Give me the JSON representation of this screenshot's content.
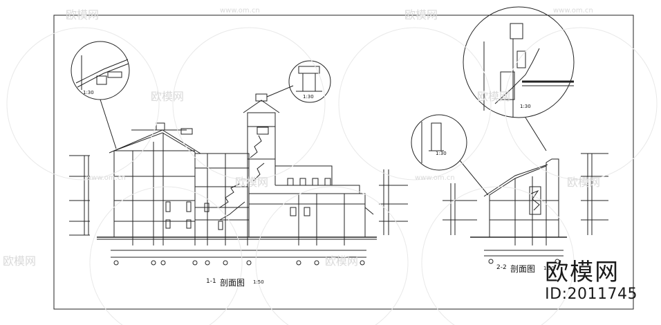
{
  "drawing": {
    "section_1": {
      "label": "1-1",
      "name": "剖面图",
      "scale": "1:50"
    },
    "section_2": {
      "label": "2-2",
      "name": "剖面图",
      "scale": "1:50"
    },
    "detail_top_left": {
      "scale": "1:30"
    },
    "detail_tower": {
      "scale": "1:30"
    },
    "detail_top_right": {
      "scale": "1:30"
    },
    "detail_mid_right": {
      "scale": "1:30"
    }
  },
  "watermark": {
    "text_cn": "欧模网",
    "text_url": "www.om.cn"
  },
  "brand": {
    "logo": "欧模网",
    "id": "ID:2011745"
  }
}
